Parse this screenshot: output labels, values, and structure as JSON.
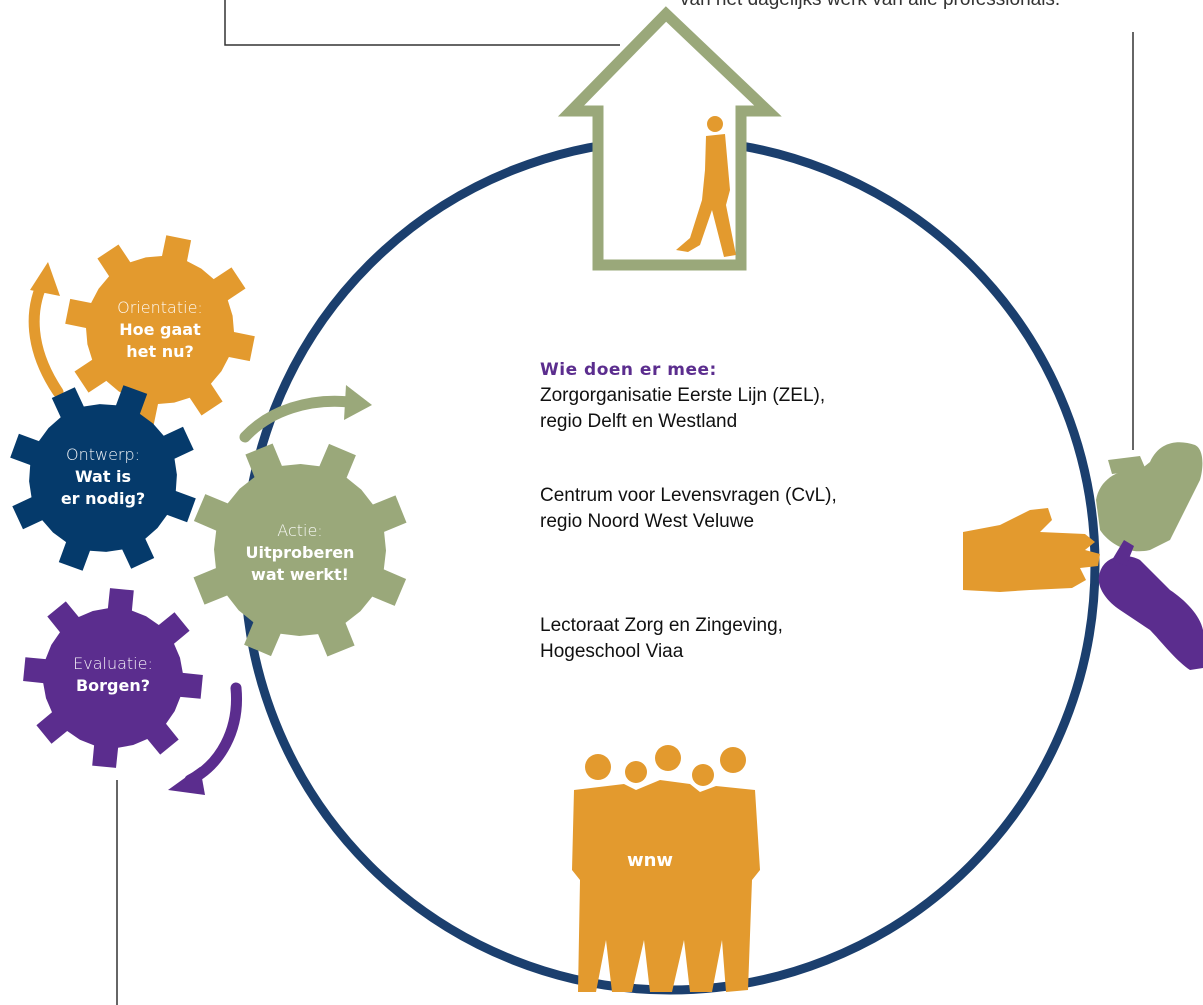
{
  "top_caption": "van het dagelijks werk van alle professionals.",
  "participants": {
    "heading": "Wie doen er mee:",
    "p1_line1": "Zorgorganisatie Eerste Lijn (ZEL),",
    "p1_line2": "regio Delft en Westland",
    "p2_line1": "Centrum voor Levensvragen (CvL),",
    "p2_line2": "regio Noord West Veluwe",
    "p3_line1": "Lectoraat Zorg en Zingeving,",
    "p3_line2": "Hogeschool Viaa"
  },
  "gears": {
    "orientatie": {
      "title": "Orientatie:",
      "q1": "Hoe gaat",
      "q2": "het nu?",
      "color": "#e39a2e"
    },
    "ontwerp": {
      "title": "Ontwerp:",
      "q1": "Wat is",
      "q2": "er nodig?",
      "color": "#053a6b"
    },
    "actie": {
      "title": "Actie:",
      "q1": "Uitproberen",
      "q2": "wat werkt!",
      "color": "#9aa87a"
    },
    "evaluatie": {
      "title": "Evaluatie:",
      "q1": "Borgen?",
      "color": "#5b2d8e"
    }
  },
  "group_label": "wnw",
  "colors": {
    "circle": "#1b3f6e",
    "house": "#9aa87a",
    "orange": "#e39a2e",
    "green": "#9aa87a",
    "purple": "#5b2d8e",
    "navy": "#053a6b"
  }
}
